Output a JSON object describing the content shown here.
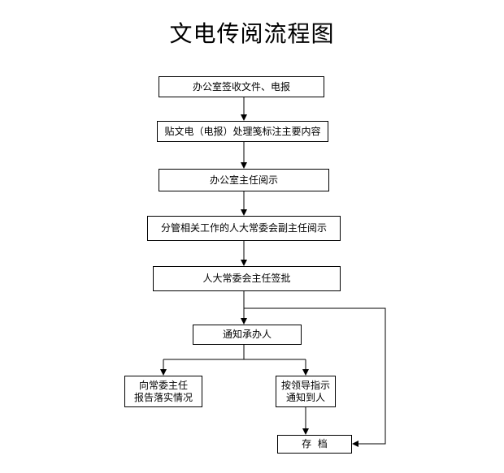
{
  "title": "文电传阅流程图",
  "steps": {
    "receive": "办公室签收文件、电报",
    "annotate": "贴文电（电报）处理笺标注主要内容",
    "office_director": "办公室主任阅示",
    "vice_director": "分管相关工作的人大常委会副主任阅示",
    "director_approve": "人大常委会主任签批",
    "notify_handler": "通知承办人",
    "report_to_committee": "向常委主任\n报告落实情况",
    "notify_by_leader": "按领导指示\n通知到人",
    "archive": "存  档"
  }
}
